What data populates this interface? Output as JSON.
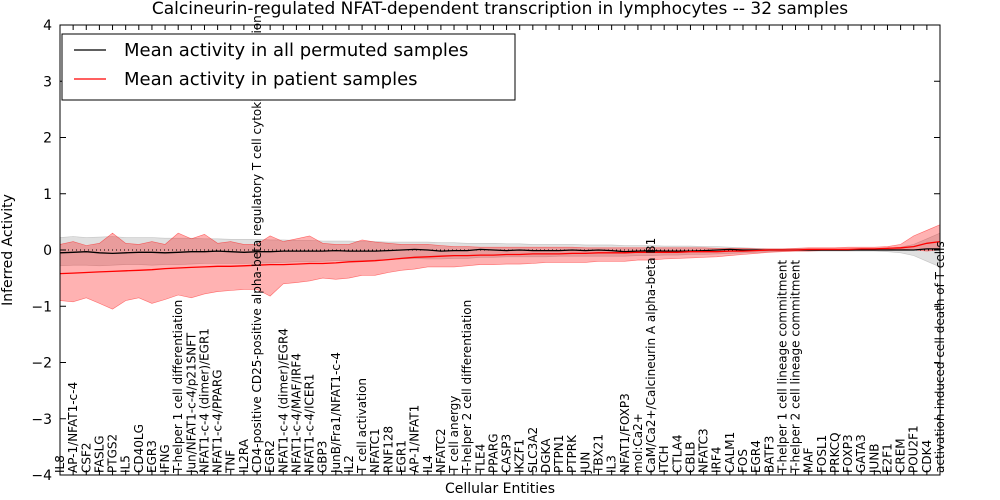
{
  "chart_data": {
    "type": "line",
    "title": "Calcineurin-regulated NFAT-dependent transcription in lymphocytes -- 32 samples",
    "xlabel": "Cellular Entities",
    "ylabel": "Inferred Activity",
    "ylim": [
      -4,
      4
    ],
    "yticks": [
      -4,
      -3,
      -2,
      -1,
      0,
      1,
      2,
      3,
      4
    ],
    "legend_position": "top-left",
    "categories": [
      "IL8",
      "AP-1/NFAT1-c-4",
      "CSF2",
      "FASLG",
      "PTGS2",
      "IL5",
      "CD40LG",
      "EGR3",
      "IFNG",
      "T-helper 1 cell differentiation",
      "Jun/NFAT1-c-4/p21SNFT",
      "NFAT1-c-4 (dimer)/EGR1",
      "NFAT1-c-4/PPARG",
      "TNF",
      "IL2RA",
      "CD4-positive CD25-positive alpha-beta regulatory T cell cytokine production",
      "EGR2",
      "NFAT1-c-4 (dimer)/EGR4",
      "NFAT1-c-4/MAF/IRF4",
      "NFAT1-c-4/ICER1",
      "GBP3",
      "JunB/Fra1/NFAT1-c-4",
      "IL2",
      "T cell activation",
      "NFATC1",
      "RNF128",
      "EGR1",
      "AP-1/NFAT1",
      "IL4",
      "NFATC2",
      "T cell anergy",
      "T-helper 2 cell differentiation",
      "TLE4",
      "PPARG",
      "CASP3",
      "IKZF1",
      "SLC3A2",
      "DGKA",
      "PTPN1",
      "PTPRK",
      "JUN",
      "TBX21",
      "IL3",
      "NFAT1/FOXP3",
      "mol:Ca2+",
      "CaM/Ca2+/Calcineurin A alpha-beta B1",
      "ITCH",
      "CTLA4",
      "CBLB",
      "NFATC3",
      "IRF4",
      "CALM1",
      "FOS",
      "EGR4",
      "BATF3",
      "T-helper 1 cell lineage commitment",
      "T-helper 2 cell lineage commitment",
      "MAF",
      "FOSL1",
      "PRKCQ",
      "FOXP3",
      "GATA3",
      "JUNB",
      "E2F1",
      "CREM",
      "POU2F1",
      "CDK4",
      "activation-induced cell death of T cells"
    ],
    "series": [
      {
        "name": "Mean activity in all permuted samples",
        "color": "#000000",
        "values": [
          -0.05,
          -0.04,
          -0.03,
          -0.05,
          -0.06,
          -0.05,
          -0.04,
          -0.04,
          -0.05,
          -0.04,
          -0.03,
          -0.03,
          -0.02,
          -0.03,
          -0.04,
          -0.03,
          -0.03,
          -0.02,
          -0.02,
          -0.02,
          -0.02,
          -0.01,
          -0.02,
          -0.02,
          -0.02,
          -0.01,
          0.0,
          0.01,
          0.0,
          -0.02,
          -0.01,
          -0.01,
          0.01,
          0.0,
          -0.01,
          0.0,
          -0.01,
          -0.01,
          -0.01,
          0.0,
          -0.01,
          0.0,
          -0.01,
          -0.03,
          -0.02,
          -0.01,
          -0.02,
          -0.02,
          -0.02,
          -0.01,
          0.0,
          0.01,
          0.0,
          0.0,
          0.0,
          0.0,
          0.0,
          0.0,
          0.0,
          0.0,
          0.0,
          0.0,
          0.0,
          0.0,
          0.0,
          0.0,
          0.02,
          0.02
        ],
        "band_lower": [
          -0.28,
          -0.27,
          -0.27,
          -0.28,
          -0.27,
          -0.26,
          -0.26,
          -0.27,
          -0.26,
          -0.26,
          -0.25,
          -0.24,
          -0.24,
          -0.24,
          -0.24,
          -0.23,
          -0.23,
          -0.22,
          -0.21,
          -0.21,
          -0.2,
          -0.19,
          -0.19,
          -0.19,
          -0.18,
          -0.17,
          -0.16,
          -0.15,
          -0.16,
          -0.16,
          -0.15,
          -0.15,
          -0.13,
          -0.13,
          -0.12,
          -0.12,
          -0.12,
          -0.12,
          -0.11,
          -0.11,
          -0.11,
          -0.11,
          -0.11,
          -0.11,
          -0.1,
          -0.1,
          -0.09,
          -0.09,
          -0.08,
          -0.08,
          -0.07,
          -0.06,
          -0.05,
          -0.04,
          -0.03,
          -0.02,
          -0.02,
          -0.02,
          -0.02,
          -0.02,
          -0.02,
          -0.02,
          -0.02,
          -0.03,
          -0.05,
          -0.1,
          -0.2,
          -0.3
        ],
        "band_upper": [
          0.22,
          0.24,
          0.22,
          0.23,
          0.24,
          0.22,
          0.22,
          0.22,
          0.21,
          0.21,
          0.21,
          0.2,
          0.2,
          0.19,
          0.19,
          0.19,
          0.18,
          0.18,
          0.17,
          0.17,
          0.16,
          0.16,
          0.16,
          0.15,
          0.15,
          0.14,
          0.14,
          0.14,
          0.14,
          0.13,
          0.13,
          0.12,
          0.12,
          0.12,
          0.11,
          0.11,
          0.1,
          0.1,
          0.1,
          0.1,
          0.09,
          0.09,
          0.09,
          0.08,
          0.08,
          0.08,
          0.07,
          0.07,
          0.07,
          0.06,
          0.06,
          0.05,
          0.04,
          0.03,
          0.02,
          0.02,
          0.02,
          0.02,
          0.02,
          0.02,
          0.02,
          0.02,
          0.02,
          0.03,
          0.05,
          0.1,
          0.2,
          0.3
        ]
      },
      {
        "name": "Mean activity in patient samples",
        "color": "#ff0000",
        "values": [
          -0.42,
          -0.41,
          -0.4,
          -0.39,
          -0.38,
          -0.37,
          -0.36,
          -0.35,
          -0.33,
          -0.32,
          -0.31,
          -0.3,
          -0.29,
          -0.29,
          -0.28,
          -0.27,
          -0.26,
          -0.26,
          -0.25,
          -0.24,
          -0.24,
          -0.23,
          -0.21,
          -0.2,
          -0.19,
          -0.17,
          -0.15,
          -0.13,
          -0.12,
          -0.11,
          -0.1,
          -0.1,
          -0.09,
          -0.09,
          -0.08,
          -0.08,
          -0.07,
          -0.07,
          -0.07,
          -0.06,
          -0.06,
          -0.05,
          -0.05,
          -0.05,
          -0.04,
          -0.04,
          -0.04,
          -0.04,
          -0.03,
          -0.03,
          -0.03,
          -0.02,
          -0.02,
          -0.01,
          0.0,
          0.0,
          0.0,
          0.01,
          0.01,
          0.01,
          0.01,
          0.02,
          0.02,
          0.03,
          0.04,
          0.06,
          0.12,
          0.15
        ],
        "band_lower": [
          -0.9,
          -0.92,
          -0.85,
          -0.95,
          -1.05,
          -0.9,
          -0.85,
          -0.95,
          -0.88,
          -0.8,
          -0.85,
          -0.78,
          -0.74,
          -0.72,
          -0.7,
          -0.7,
          -0.82,
          -0.6,
          -0.58,
          -0.55,
          -0.5,
          -0.52,
          -0.5,
          -0.45,
          -0.45,
          -0.4,
          -0.36,
          -0.34,
          -0.3,
          -0.3,
          -0.3,
          -0.28,
          -0.26,
          -0.26,
          -0.25,
          -0.25,
          -0.24,
          -0.22,
          -0.22,
          -0.22,
          -0.22,
          -0.2,
          -0.2,
          -0.2,
          -0.18,
          -0.18,
          -0.16,
          -0.15,
          -0.14,
          -0.13,
          -0.12,
          -0.1,
          -0.08,
          -0.06,
          -0.04,
          -0.03,
          -0.02,
          -0.02,
          -0.01,
          -0.01,
          -0.01,
          0.0,
          0.0,
          0.01,
          0.02,
          0.0,
          -0.02,
          0.0
        ],
        "band_upper": [
          0.1,
          0.15,
          0.08,
          0.12,
          0.3,
          0.12,
          0.1,
          0.15,
          0.1,
          0.3,
          0.2,
          0.28,
          0.12,
          0.15,
          0.1,
          0.1,
          0.25,
          0.15,
          0.2,
          0.25,
          0.12,
          0.1,
          0.1,
          0.18,
          0.14,
          0.12,
          0.1,
          0.1,
          0.1,
          0.08,
          0.06,
          0.06,
          0.05,
          0.05,
          0.05,
          0.05,
          0.05,
          0.05,
          0.05,
          0.05,
          0.04,
          0.04,
          0.04,
          0.04,
          0.04,
          0.04,
          0.04,
          0.04,
          0.04,
          0.04,
          0.03,
          0.03,
          0.03,
          0.02,
          0.02,
          0.02,
          0.03,
          0.04,
          0.04,
          0.04,
          0.05,
          0.05,
          0.05,
          0.06,
          0.1,
          0.25,
          0.35,
          0.45
        ]
      }
    ]
  }
}
